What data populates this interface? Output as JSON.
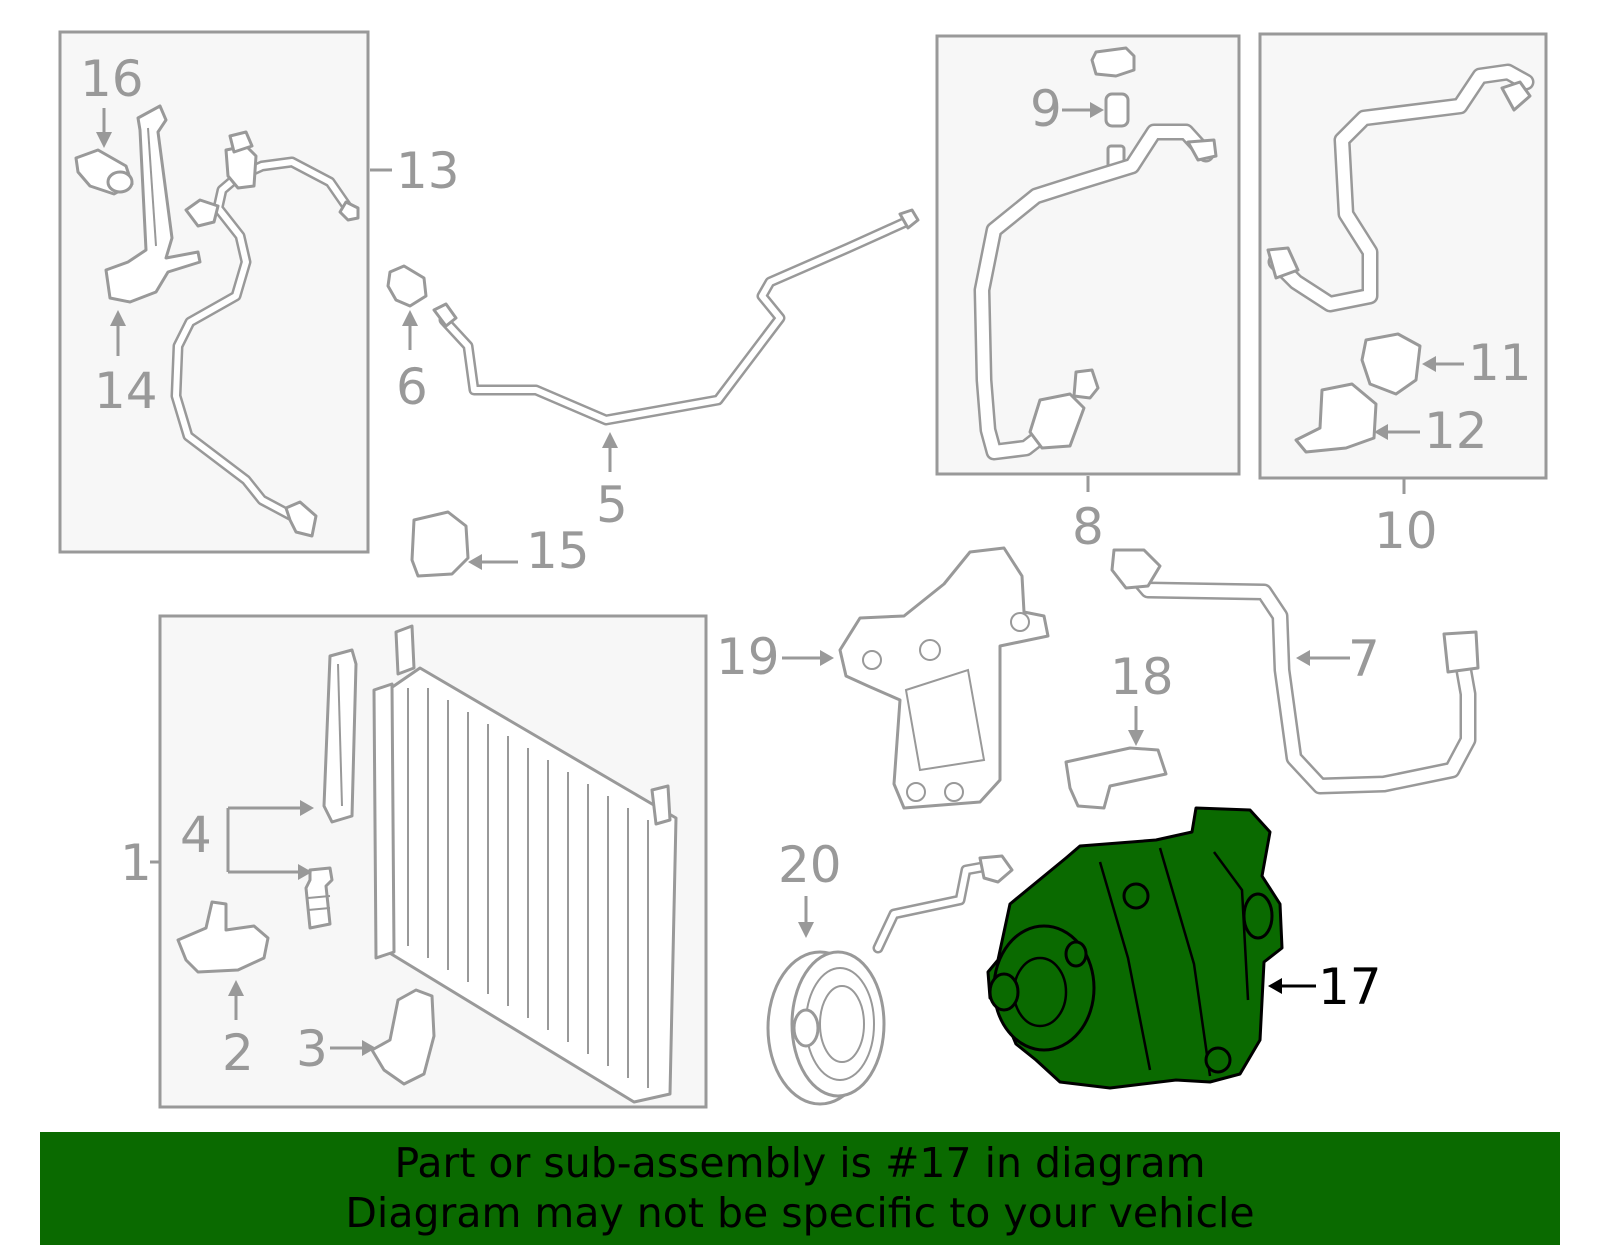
{
  "diagram": {
    "highlight_color": "#0a6a00",
    "callouts": [
      "1",
      "2",
      "3",
      "4",
      "5",
      "6",
      "7",
      "8",
      "9",
      "10",
      "11",
      "12",
      "13",
      "14",
      "15",
      "16",
      "17",
      "18",
      "19",
      "20"
    ],
    "highlighted_callout": "17"
  },
  "banner": {
    "line1": "Part or sub-assembly is #17 in diagram",
    "line2": "Diagram may not be specific to your vehicle"
  }
}
